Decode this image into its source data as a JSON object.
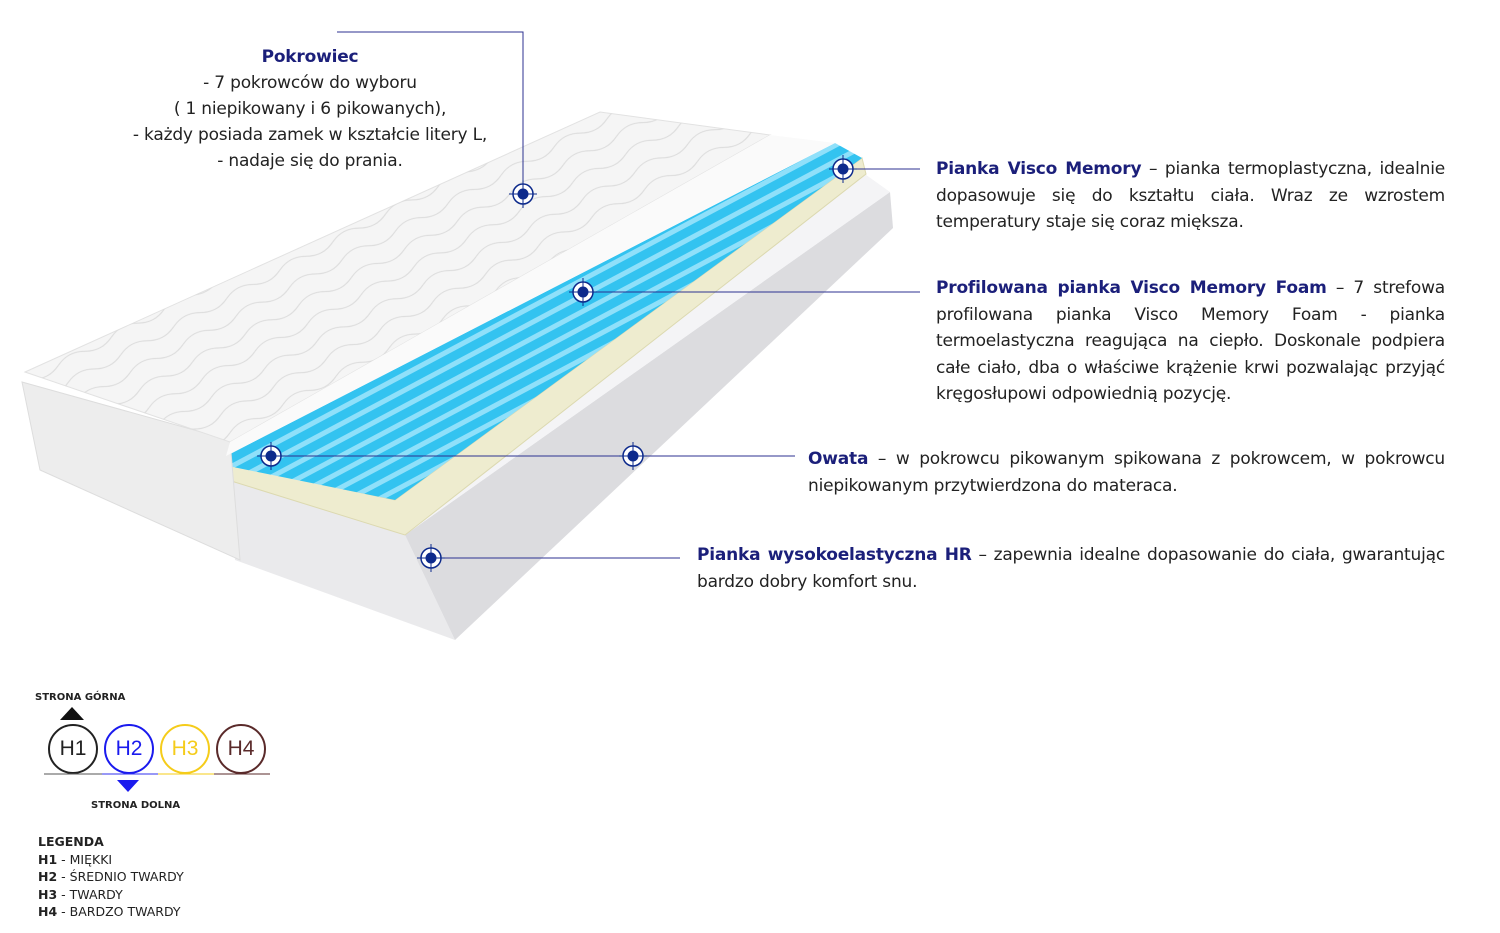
{
  "cover": {
    "title": "Pokrowiec",
    "lines": [
      "- 7 pokrowców do wyboru",
      "( 1 niepikowany i 6 pikowanych),",
      "-  każdy posiada zamek w kształcie litery L,",
      "- nadaje się do prania."
    ]
  },
  "layers": [
    {
      "title": "Pianka Visco Memory",
      "text": " – pianka termoplastyczna, idealnie dopasowuje się do kształtu ciała. Wraz ze wzrostem temperatury staje się coraz miększa."
    },
    {
      "title": "Profilowana pianka Visco Memory Foam",
      "text": " – 7 strefowa profilowana pianka Visco Memory Foam - pianka termoelastyczna reagująca na ciepło.  Doskonale podpiera całe ciało, dba o właściwe krążenie krwi pozwalając przyjąć kręgosłupowi odpowiednią pozycję."
    },
    {
      "title": "Owata",
      "text": " – w pokrowcu pikowanym spikowana z pokrowcem, w pokrowcu niepikowanym przytwierdzona do materaca."
    },
    {
      "title": "Pianka wysokoelastyczna HR",
      "text": " – zapewnia idealne dopasowanie do ciała, gwarantując bardzo dobry komfort snu."
    }
  ],
  "hardness": {
    "top_label": "STRONA GÓRNA",
    "bottom_label": "STRONA DOLNA",
    "levels": [
      {
        "label": "H1",
        "color": "#222222"
      },
      {
        "label": "H2",
        "color": "#1a1aee"
      },
      {
        "label": "H3",
        "color": "#f5cc1a"
      },
      {
        "label": "H4",
        "color": "#5a2a2a"
      }
    ]
  },
  "legend": {
    "title": "LEGENDA",
    "items": [
      {
        "key": "H1",
        "value": " - MIĘKKI"
      },
      {
        "key": "H2",
        "value": " - ŚREDNIO TWARDY"
      },
      {
        "key": "H3",
        "value": " - TWARDY"
      },
      {
        "key": "H4",
        "value": " - BARDZO TWARDY"
      }
    ]
  },
  "colors": {
    "accent": "#1b1f7a",
    "marker": "#0d2a8c",
    "foam_blue": "#33c3f0",
    "wadding": "#eeeccf"
  }
}
